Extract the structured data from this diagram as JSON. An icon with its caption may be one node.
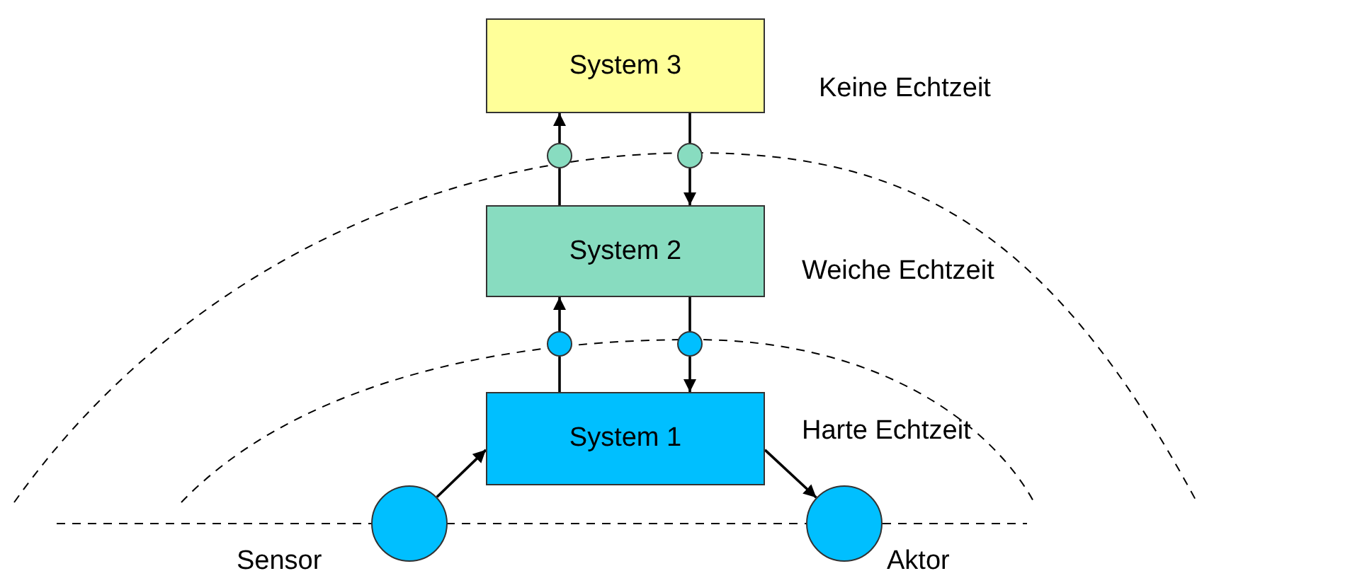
{
  "diagram": {
    "nodes": [
      {
        "text": [
          "System 3"
        ]
      },
      {
        "text": [
          "System 2"
        ]
      },
      {
        "text": [
          "System 1"
        ]
      },
      {
        "text": [
          "Sensor"
        ]
      },
      {
        "text": [
          "Aktor"
        ]
      },
      {
        "text": [],
        "shape": "circle"
      },
      {
        "text": [],
        "shape": "circle"
      },
      {
        "text": [],
        "shape": "circle"
      },
      {
        "text": [],
        "shape": "circle"
      }
    ],
    "edges": [
      {
        "from": 1,
        "to": 5,
        "arrow": "none"
      },
      {
        "from": 5,
        "to": 0,
        "arrow": "to"
      },
      {
        "from": 0,
        "to": 6,
        "arrow": "none"
      },
      {
        "from": 6,
        "to": 1,
        "arrow": "to"
      },
      {
        "from": 2,
        "to": 7,
        "arrow": "none"
      },
      {
        "from": 7,
        "to": 1,
        "arrow": "to"
      },
      {
        "from": 1,
        "to": 8,
        "arrow": "none"
      },
      {
        "from": 8,
        "to": 2,
        "arrow": "to"
      },
      {
        "from": 3,
        "to": 2,
        "arrow": "to"
      },
      {
        "from": 2,
        "to": 4,
        "arrow": "to"
      }
    ],
    "labels": [
      "Keine Echtzeit",
      "Weiche Echtzeit",
      "Harte Echtzeit"
    ]
  }
}
